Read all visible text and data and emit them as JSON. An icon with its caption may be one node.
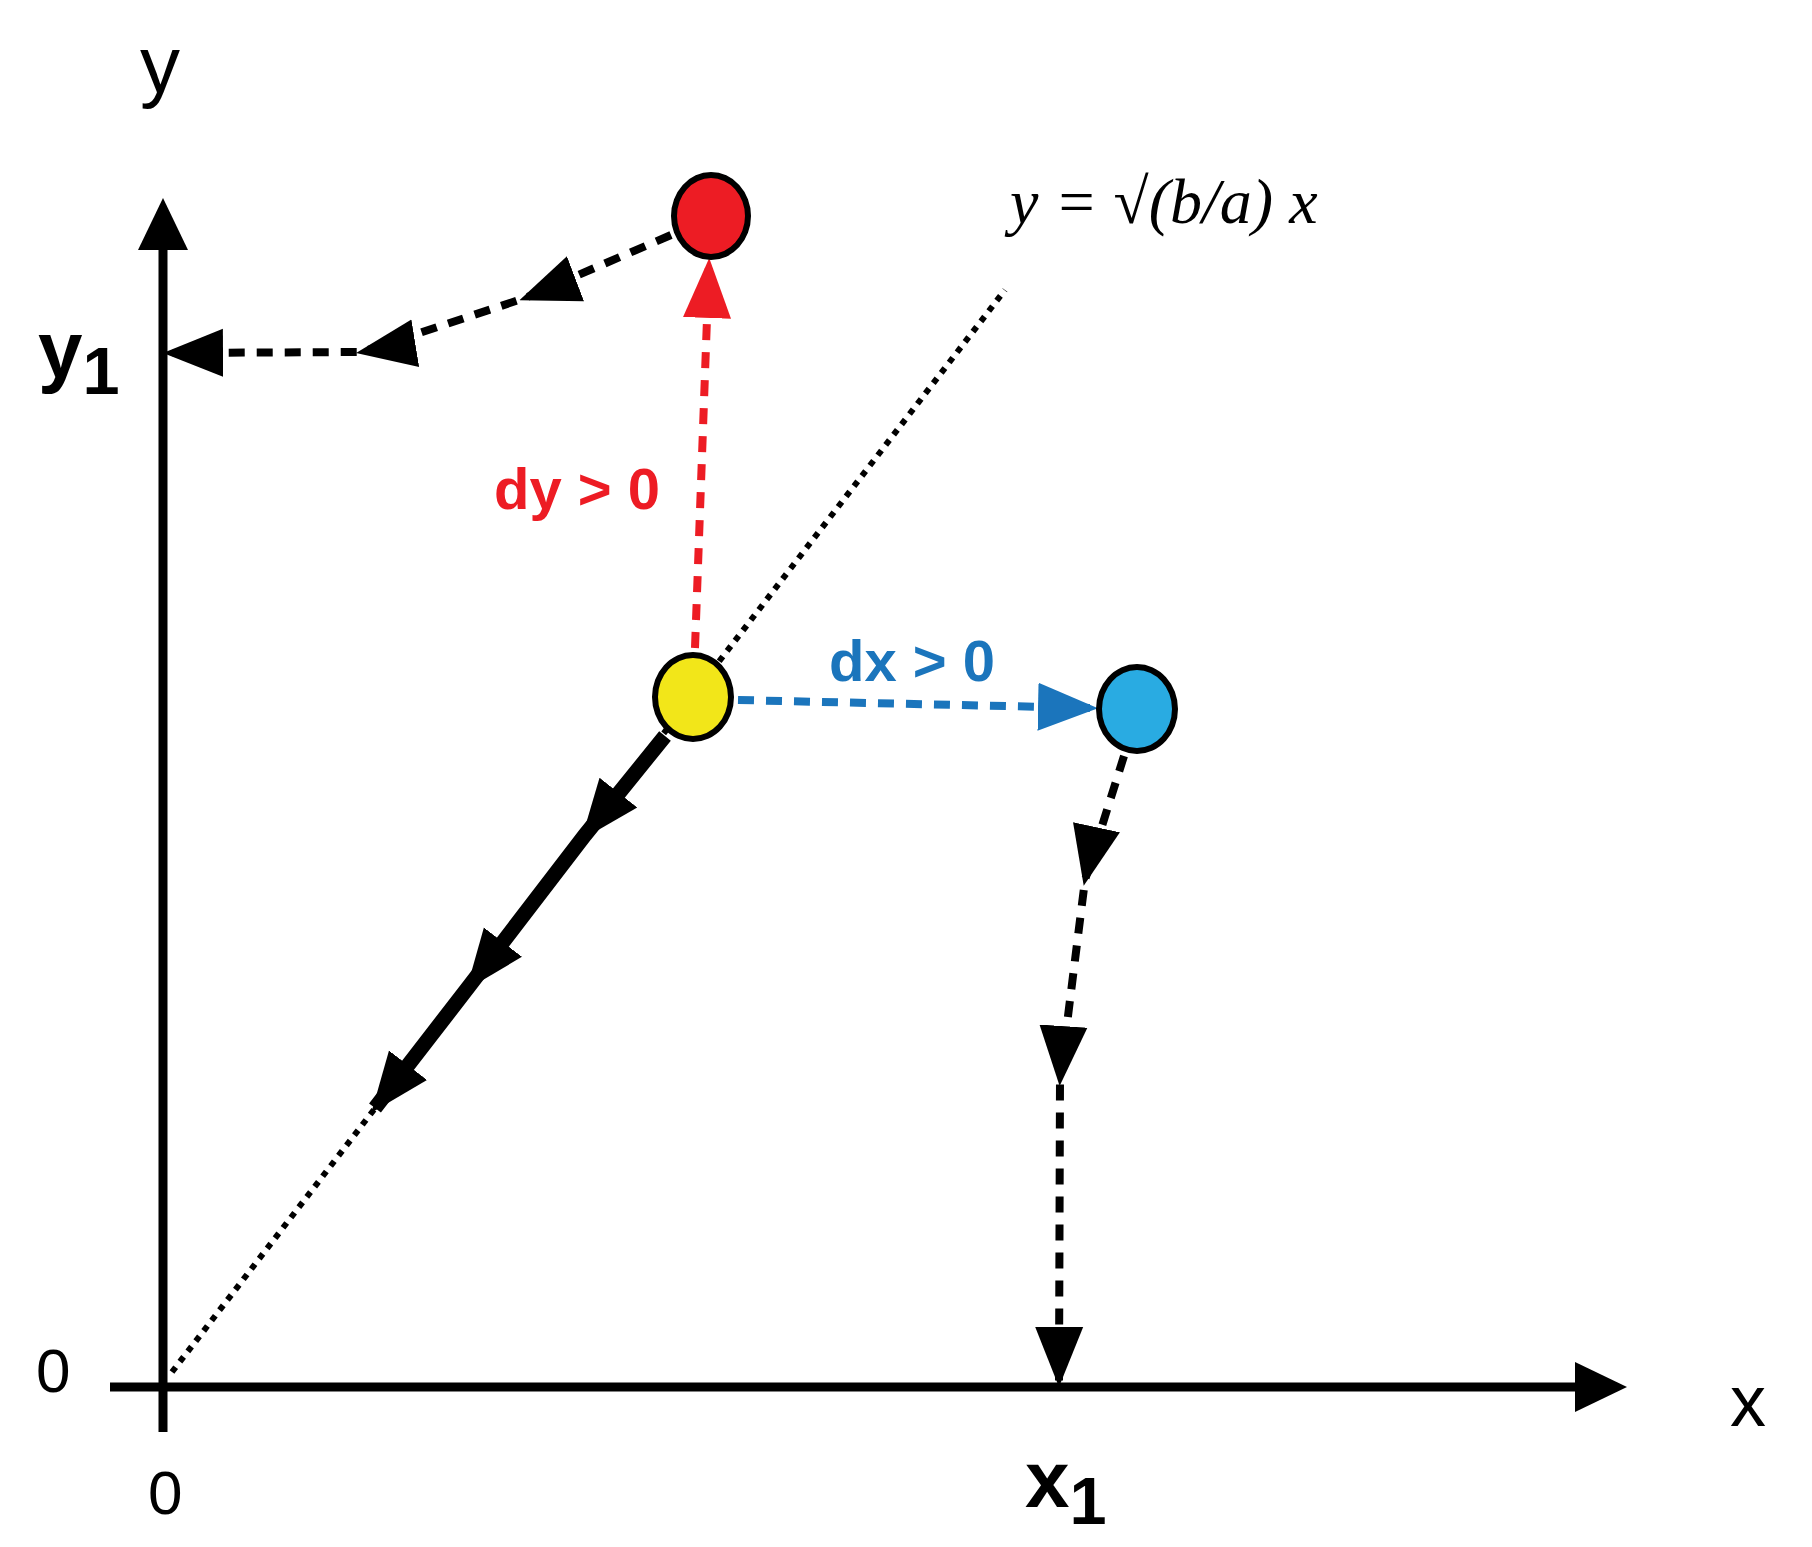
{
  "diagram": {
    "nodes": [
      {
        "text": [],
        "shape": "circle"
      },
      {
        "text": [],
        "shape": "circle"
      },
      {
        "text": [],
        "shape": "circle"
      },
      {
        "text": [],
        "shape": "bar"
      },
      {
        "text": [],
        "shape": "bar"
      }
    ],
    "edges": [
      {
        "from": 1,
        "to": 0,
        "arrow": "to",
        "label": "dy > 0",
        "style": "dashed",
        "color": "#ed1c24"
      },
      {
        "from": 1,
        "to": 2,
        "arrow": "to",
        "label": "dx > 0",
        "style": "dashed",
        "color": "#1b75bc"
      },
      {
        "from": 0,
        "to": 3,
        "arrow": "to",
        "style": "dashed"
      },
      {
        "from": 2,
        "to": 4,
        "arrow": "to",
        "style": "dashed"
      },
      {
        "from": 1,
        "to": null,
        "arrow": "to",
        "style": "thick"
      }
    ],
    "labels": [
      "y",
      "y = √(b/a) x",
      "y$_{1}$",
      "0",
      "x",
      "0",
      "x$_{1}$"
    ]
  }
}
